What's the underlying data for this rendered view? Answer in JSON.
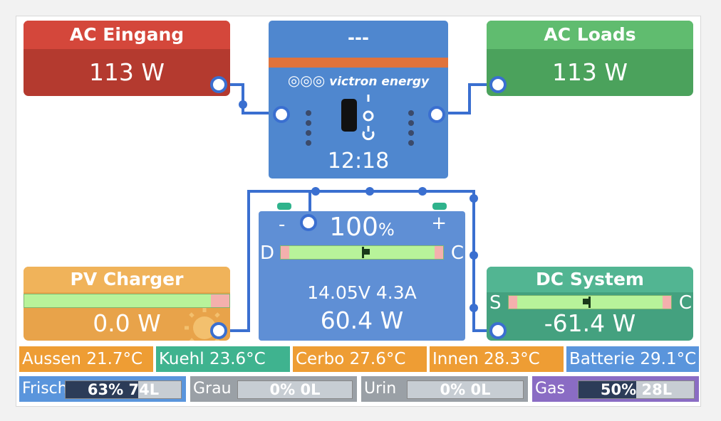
{
  "colors": {
    "ac_input": "#d4473b",
    "ac_loads": "#60bc6f",
    "inverter": "#4f87cf",
    "battery": "#5f8fd5",
    "pv": "#f0b35a",
    "dc_system": "#52b592",
    "wire": "#3a6fd0",
    "temp_orange": "#ee9d34",
    "temp_teal": "#3fb38f",
    "temp_blue": "#5a95dc",
    "tank_fresh": "#5a95dc",
    "tank_gray": "#9aa0a6",
    "tank_gas": "#8a6cc4"
  },
  "ac_input": {
    "title": "AC Eingang",
    "power": "113 W"
  },
  "ac_loads": {
    "title": "AC Loads",
    "power": "113 W"
  },
  "inverter": {
    "title": "---",
    "brand": "victron energy",
    "time": "12:18",
    "icons": [
      "victron-logo-icon",
      "power-switch-icon",
      "led-icon"
    ]
  },
  "battery": {
    "soc_value": "100",
    "soc_unit": "%",
    "voltage_current": "14.05V  4.3A",
    "power": "60.4 W",
    "minus_label": "-",
    "plus_label": "+",
    "left_label": "D",
    "right_label": "C"
  },
  "pv_charger": {
    "title": "PV Charger",
    "power": "0.0 W",
    "icons": [
      "sun-icon"
    ]
  },
  "dc_system": {
    "title": "DC System",
    "power": "-61.4 W",
    "left_label": "S",
    "right_label": "C"
  },
  "temperatures": [
    {
      "label": "Aussen 21.7°C",
      "color": "#ee9d34"
    },
    {
      "label": "Kuehl 23.6°C",
      "color": "#3fb38f"
    },
    {
      "label": "Cerbo 27.6°C",
      "color": "#ee9d34"
    },
    {
      "label": "Innen 28.3°C",
      "color": "#ee9d34"
    },
    {
      "label": "Batterie 29.1°C",
      "color": "#5a95dc"
    }
  ],
  "tanks": [
    {
      "name": "Frisch",
      "level_text": "63% 74L",
      "level": 0.63,
      "color": "#5a95dc"
    },
    {
      "name": "Grau",
      "level_text": "0% 0L",
      "level": 0.0,
      "color": "#9aa0a6"
    },
    {
      "name": "Urin",
      "level_text": "0% 0L",
      "level": 0.0,
      "color": "#9aa0a6"
    },
    {
      "name": "Gas",
      "level_text": "50% 28L",
      "level": 0.5,
      "color": "#8a6cc4"
    }
  ]
}
